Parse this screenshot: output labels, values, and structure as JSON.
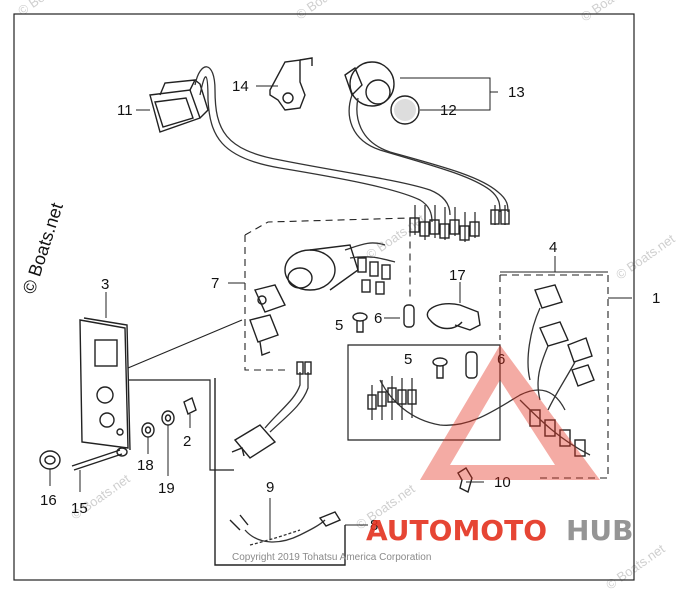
{
  "watermarks": {
    "left": "© Boats.net",
    "repeat": "© Boats.net"
  },
  "copyright": "Copyright 2019 Tohatsu America Corporation",
  "logo": {
    "part1": "AUTOMOTO",
    "part2": "HUB",
    "color1": "#e4311f",
    "color2": "#8a8a8a"
  },
  "callouts": {
    "c1": "1",
    "c2": "2",
    "c3": "3",
    "c4": "4",
    "c5a": "5",
    "c5b": "5",
    "c6a": "6",
    "c6b": "6",
    "c7": "7",
    "c8": "8",
    "c9": "9",
    "c10": "10",
    "c11": "11",
    "c12": "12",
    "c13": "13",
    "c14": "14",
    "c15": "15",
    "c16": "16",
    "c17": "17",
    "c18": "18",
    "c19": "19"
  }
}
